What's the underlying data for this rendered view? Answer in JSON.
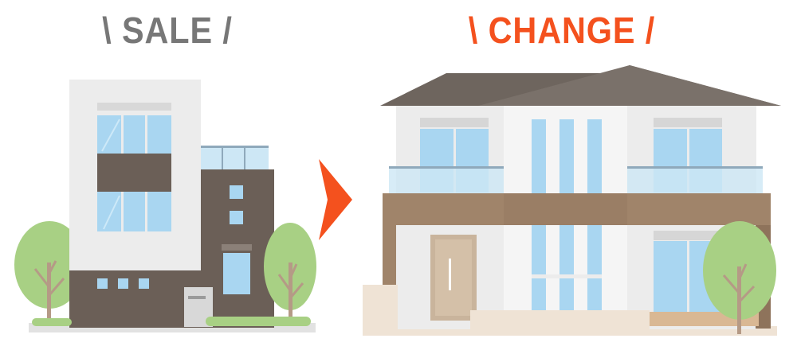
{
  "headings": {
    "sale": "\\ SALE /",
    "change": "\\ CHANGE /"
  },
  "colors": {
    "sale_heading": "#777777",
    "change_heading": "#f4511e",
    "arrow": "#f4511e",
    "wall_white": "#ececec",
    "wall_dark": "#6b5f57",
    "window_blue": "#a9d6f1",
    "roof": "#6e655e",
    "wood": "#a0846a",
    "tree_green": "#a8d084",
    "trunk": "#b59a86"
  },
  "icons": {
    "before_house": "modern-three-story-house-illustration",
    "after_house": "two-story-family-house-illustration",
    "arrow": "chevron-right-arrow-icon"
  }
}
